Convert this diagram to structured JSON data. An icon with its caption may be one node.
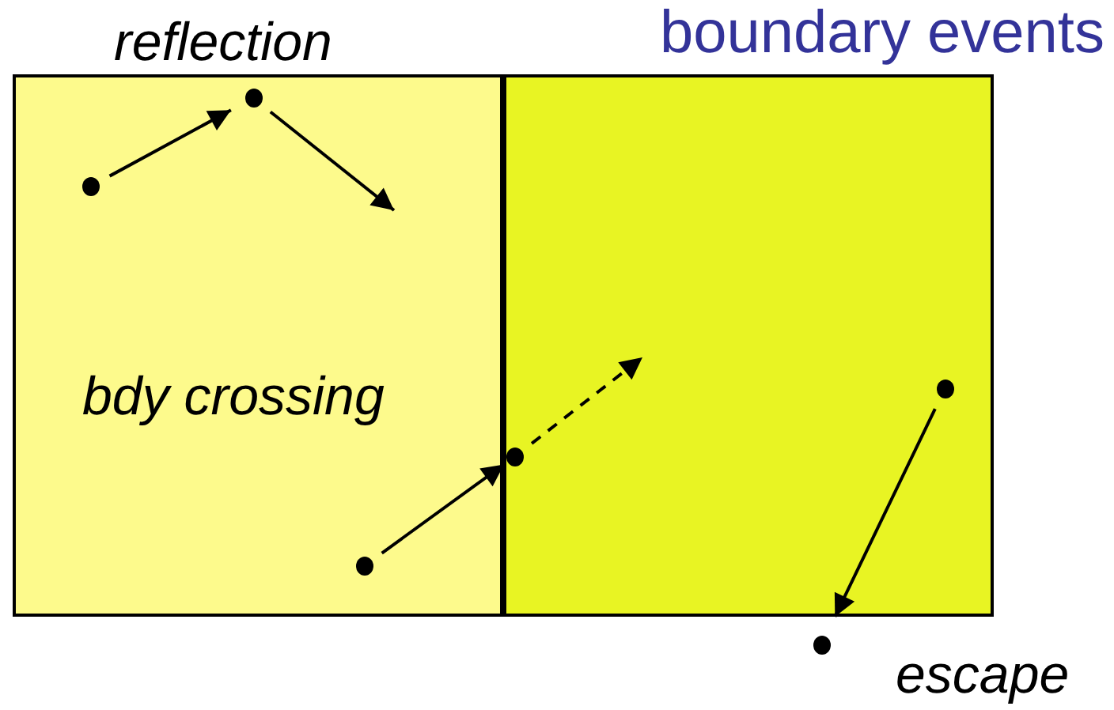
{
  "diagram": {
    "title": "boundary events",
    "nodes": [
      {
        "text": [],
        "shape": "box"
      },
      {
        "text": [],
        "shape": "box"
      },
      {
        "text": [],
        "shape": "circle",
        "in": 0
      },
      {
        "text": [],
        "shape": "circle",
        "in": 0
      },
      {
        "text": [],
        "shape": "circle",
        "in": 0
      },
      {
        "text": [],
        "shape": "circle",
        "in": 1
      },
      {
        "text": [],
        "shape": "circle",
        "in": 1
      },
      {
        "text": [],
        "shape": "circle"
      }
    ],
    "edges": [
      {
        "from": 2,
        "to": 3,
        "arrow": "to"
      },
      {
        "from": 3,
        "to": null,
        "arrow": "to"
      },
      {
        "from": 4,
        "to": 5,
        "arrow": "to"
      },
      {
        "from": 5,
        "to": null,
        "arrow": "to",
        "style": "dashed"
      },
      {
        "from": 6,
        "to": 7,
        "arrow": "to"
      }
    ],
    "labels": [
      "reflection",
      "bdy crossing",
      "escape"
    ]
  }
}
